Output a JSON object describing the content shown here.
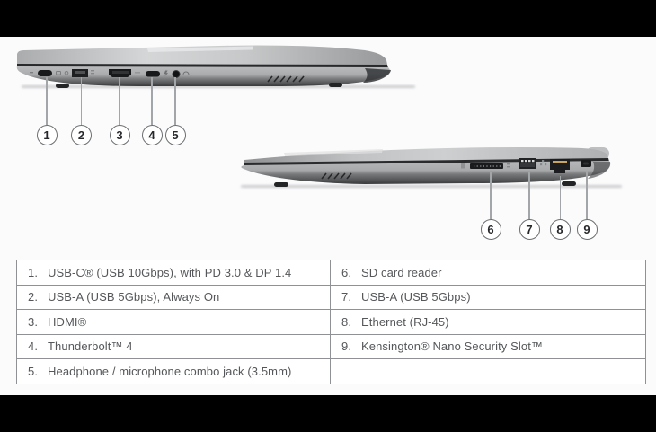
{
  "page": {
    "background": "#fbfbfc",
    "letterbox_color": "#000000"
  },
  "views": {
    "left": {
      "name": "laptop-left-side-view",
      "callout_numbers": [
        "1",
        "2",
        "3",
        "4",
        "5"
      ]
    },
    "right": {
      "name": "laptop-right-side-view",
      "callout_numbers": [
        "6",
        "7",
        "8",
        "9"
      ]
    }
  },
  "colors": {
    "laptop_light": "#c7c9ca",
    "laptop_mid": "#a9abad",
    "laptop_dark": "#3b3d3f",
    "callout_ring": "#6b6e71",
    "table_border": "#8f9194",
    "table_text": "#55575a"
  },
  "table": {
    "left": [
      {
        "num": "1.",
        "label": "USB-C® (USB 10Gbps), with PD 3.0 & DP 1.4"
      },
      {
        "num": "2.",
        "label": "USB-A (USB 5Gbps), Always On"
      },
      {
        "num": "3.",
        "label": "HDMI®"
      },
      {
        "num": "4.",
        "label": "Thunderbolt™ 4"
      },
      {
        "num": "5.",
        "label": "Headphone / microphone combo jack (3.5mm)"
      }
    ],
    "right": [
      {
        "num": "6.",
        "label": "SD card reader"
      },
      {
        "num": "7.",
        "label": "USB-A (USB 5Gbps)"
      },
      {
        "num": "8.",
        "label": "Ethernet (RJ-45)"
      },
      {
        "num": "9.",
        "label": "Kensington® Nano Security Slot™"
      },
      {
        "num": "",
        "label": ""
      }
    ]
  }
}
